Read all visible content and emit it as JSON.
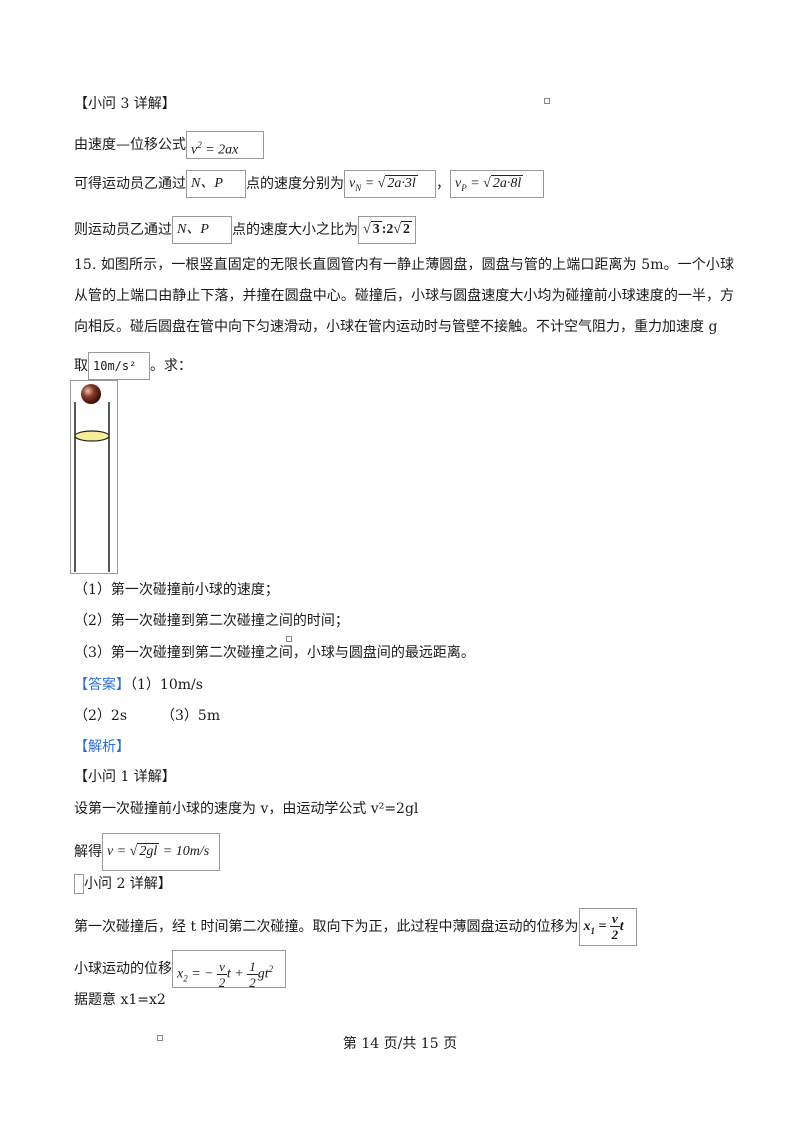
{
  "q3_head": "【小问 3 详解】",
  "q3_line1": "由速度—位移公式",
  "q3_formula1": "v² = 2ax",
  "q3_line2a": "可得运动员乙通过",
  "q3_np": "N、P",
  "q3_line2b": "点的速度分别为",
  "q3_vn": "vN = √(2a·3l)",
  "q3_comma": "，",
  "q3_vp": "vP = √(2a·8l)",
  "q3_line3a": "则运动员乙通过",
  "q3_line3b": "点的速度大小之比为",
  "q3_ratio": "√3:2√2",
  "p15_text": "15. 如图所示，一根竖直固定的无限长直圆管内有一静止薄圆盘，圆盘与管的上端口距离为 5m。一个小球从管的上端口由静止下落，并撞在圆盘中心。碰撞后，小球与圆盘速度大小均为碰撞前小球速度的一半，方向相反。碰后圆盘在管中向下匀速滑动，小球在管内运动时与管壁不接触。不计空气阻力，重力加速度 g",
  "p15_take": "取",
  "p15_g": "10m/s²",
  "p15_end": "。求：",
  "sub1": "（1）第一次碰撞前小球的速度；",
  "sub2": "（2）第一次碰撞到第二次碰撞之间的时间；",
  "sub3": "（3）第一次碰撞到第二次碰撞之间，小球与圆盘间的最远距离。",
  "answer_tag": "【答案】",
  "answer1": "（1）10m/s",
  "answer2": "（2）2s",
  "answer3": "（3）5m",
  "analysis_tag": "【解析】",
  "q1_head": "【小问 1 详解】",
  "q1_line": "设第一次碰撞前小球的速度为 v，由运动学公式 v²=2gl",
  "q1_solve": "解得",
  "q1_formula": "v = √(2gl) = 10m/s",
  "q2_head": "小问 2 详解】",
  "q2_line1": "第一次碰撞后，经 t 时间第二次碰撞。取向下为正，此过程中薄圆盘运动的位移为",
  "q2_x1": "x1 = (v/2)t",
  "q2_line2": "小球运动的位移",
  "q2_x2": "x2 = −(v/2)t + (1/2)gt²",
  "q2_line3": "据题意 x1=x2",
  "footer": "第 14 页/共 15 页"
}
